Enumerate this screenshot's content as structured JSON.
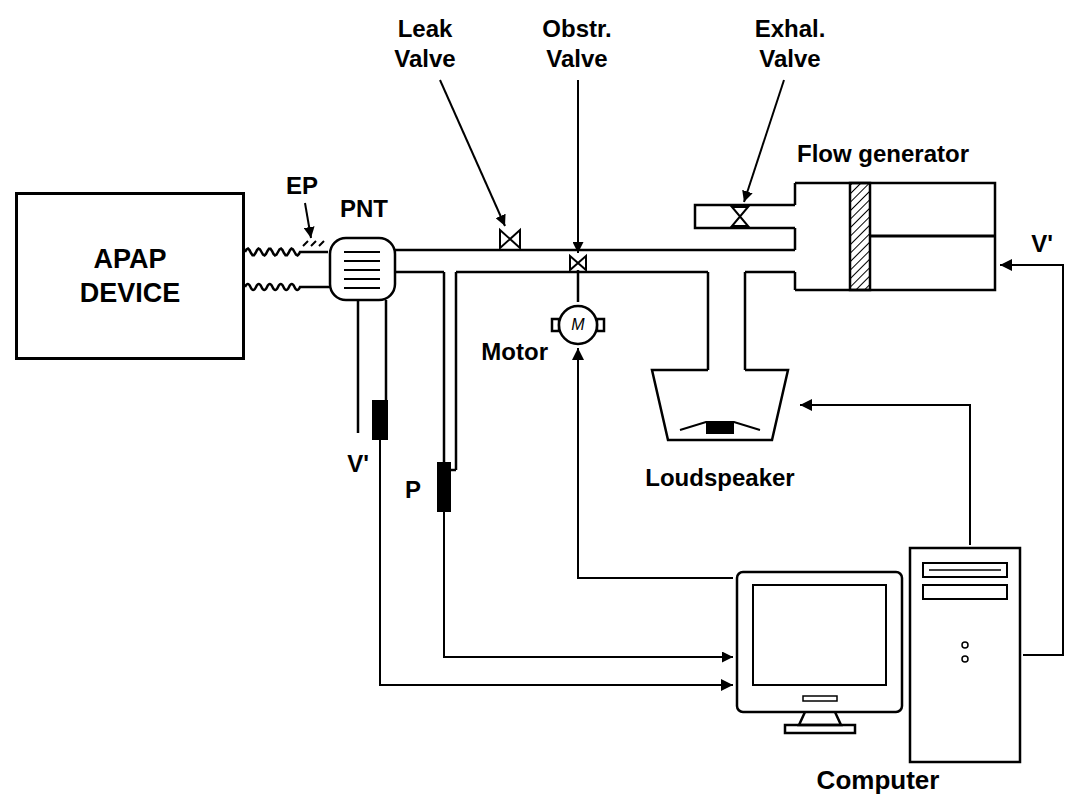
{
  "diagram": {
    "nodes": [
      {
        "text": [
          "APAP DEVICE"
        ]
      },
      {
        "text": [
          "PNT"
        ]
      },
      {
        "text": [
          "M",
          "Motor"
        ]
      },
      {
        "text": [
          "Loudspeaker"
        ]
      },
      {
        "text": [
          "Flow generator"
        ]
      },
      {
        "text": [
          "Computer"
        ]
      }
    ],
    "edges": [
      {
        "from": 0,
        "to": 1,
        "arrow": "none"
      },
      {
        "from": 1,
        "to": 5,
        "arrow": "to",
        "label": "V'"
      },
      {
        "from": 5,
        "to": 2,
        "arrow": "to"
      },
      {
        "from": 5,
        "to": 3,
        "arrow": "to"
      },
      {
        "from": 5,
        "to": 4,
        "arrow": "to",
        "label": "V'"
      }
    ],
    "labels": [
      "EP",
      "Leak Valve",
      "Obstr. Valve",
      "Exhal. Valve",
      "P"
    ]
  }
}
